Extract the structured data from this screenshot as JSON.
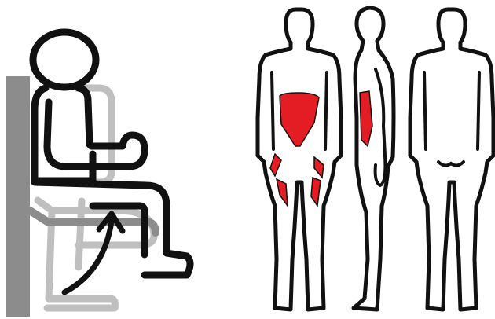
{
  "colors": {
    "outline": "#111111",
    "muscle": "#e41c24",
    "seat_frame": "#8c8c8c",
    "pad_light": "#bfbfbf",
    "background": "#ffffff"
  },
  "panels": [
    {
      "name": "seated-exercise-illustration"
    },
    {
      "name": "front-view"
    },
    {
      "name": "side-view"
    },
    {
      "name": "back-view"
    }
  ],
  "highlighted_muscles": [
    "abdominals",
    "obliques",
    "hip-adductors",
    "hip-flexors"
  ],
  "movement_direction": "up"
}
